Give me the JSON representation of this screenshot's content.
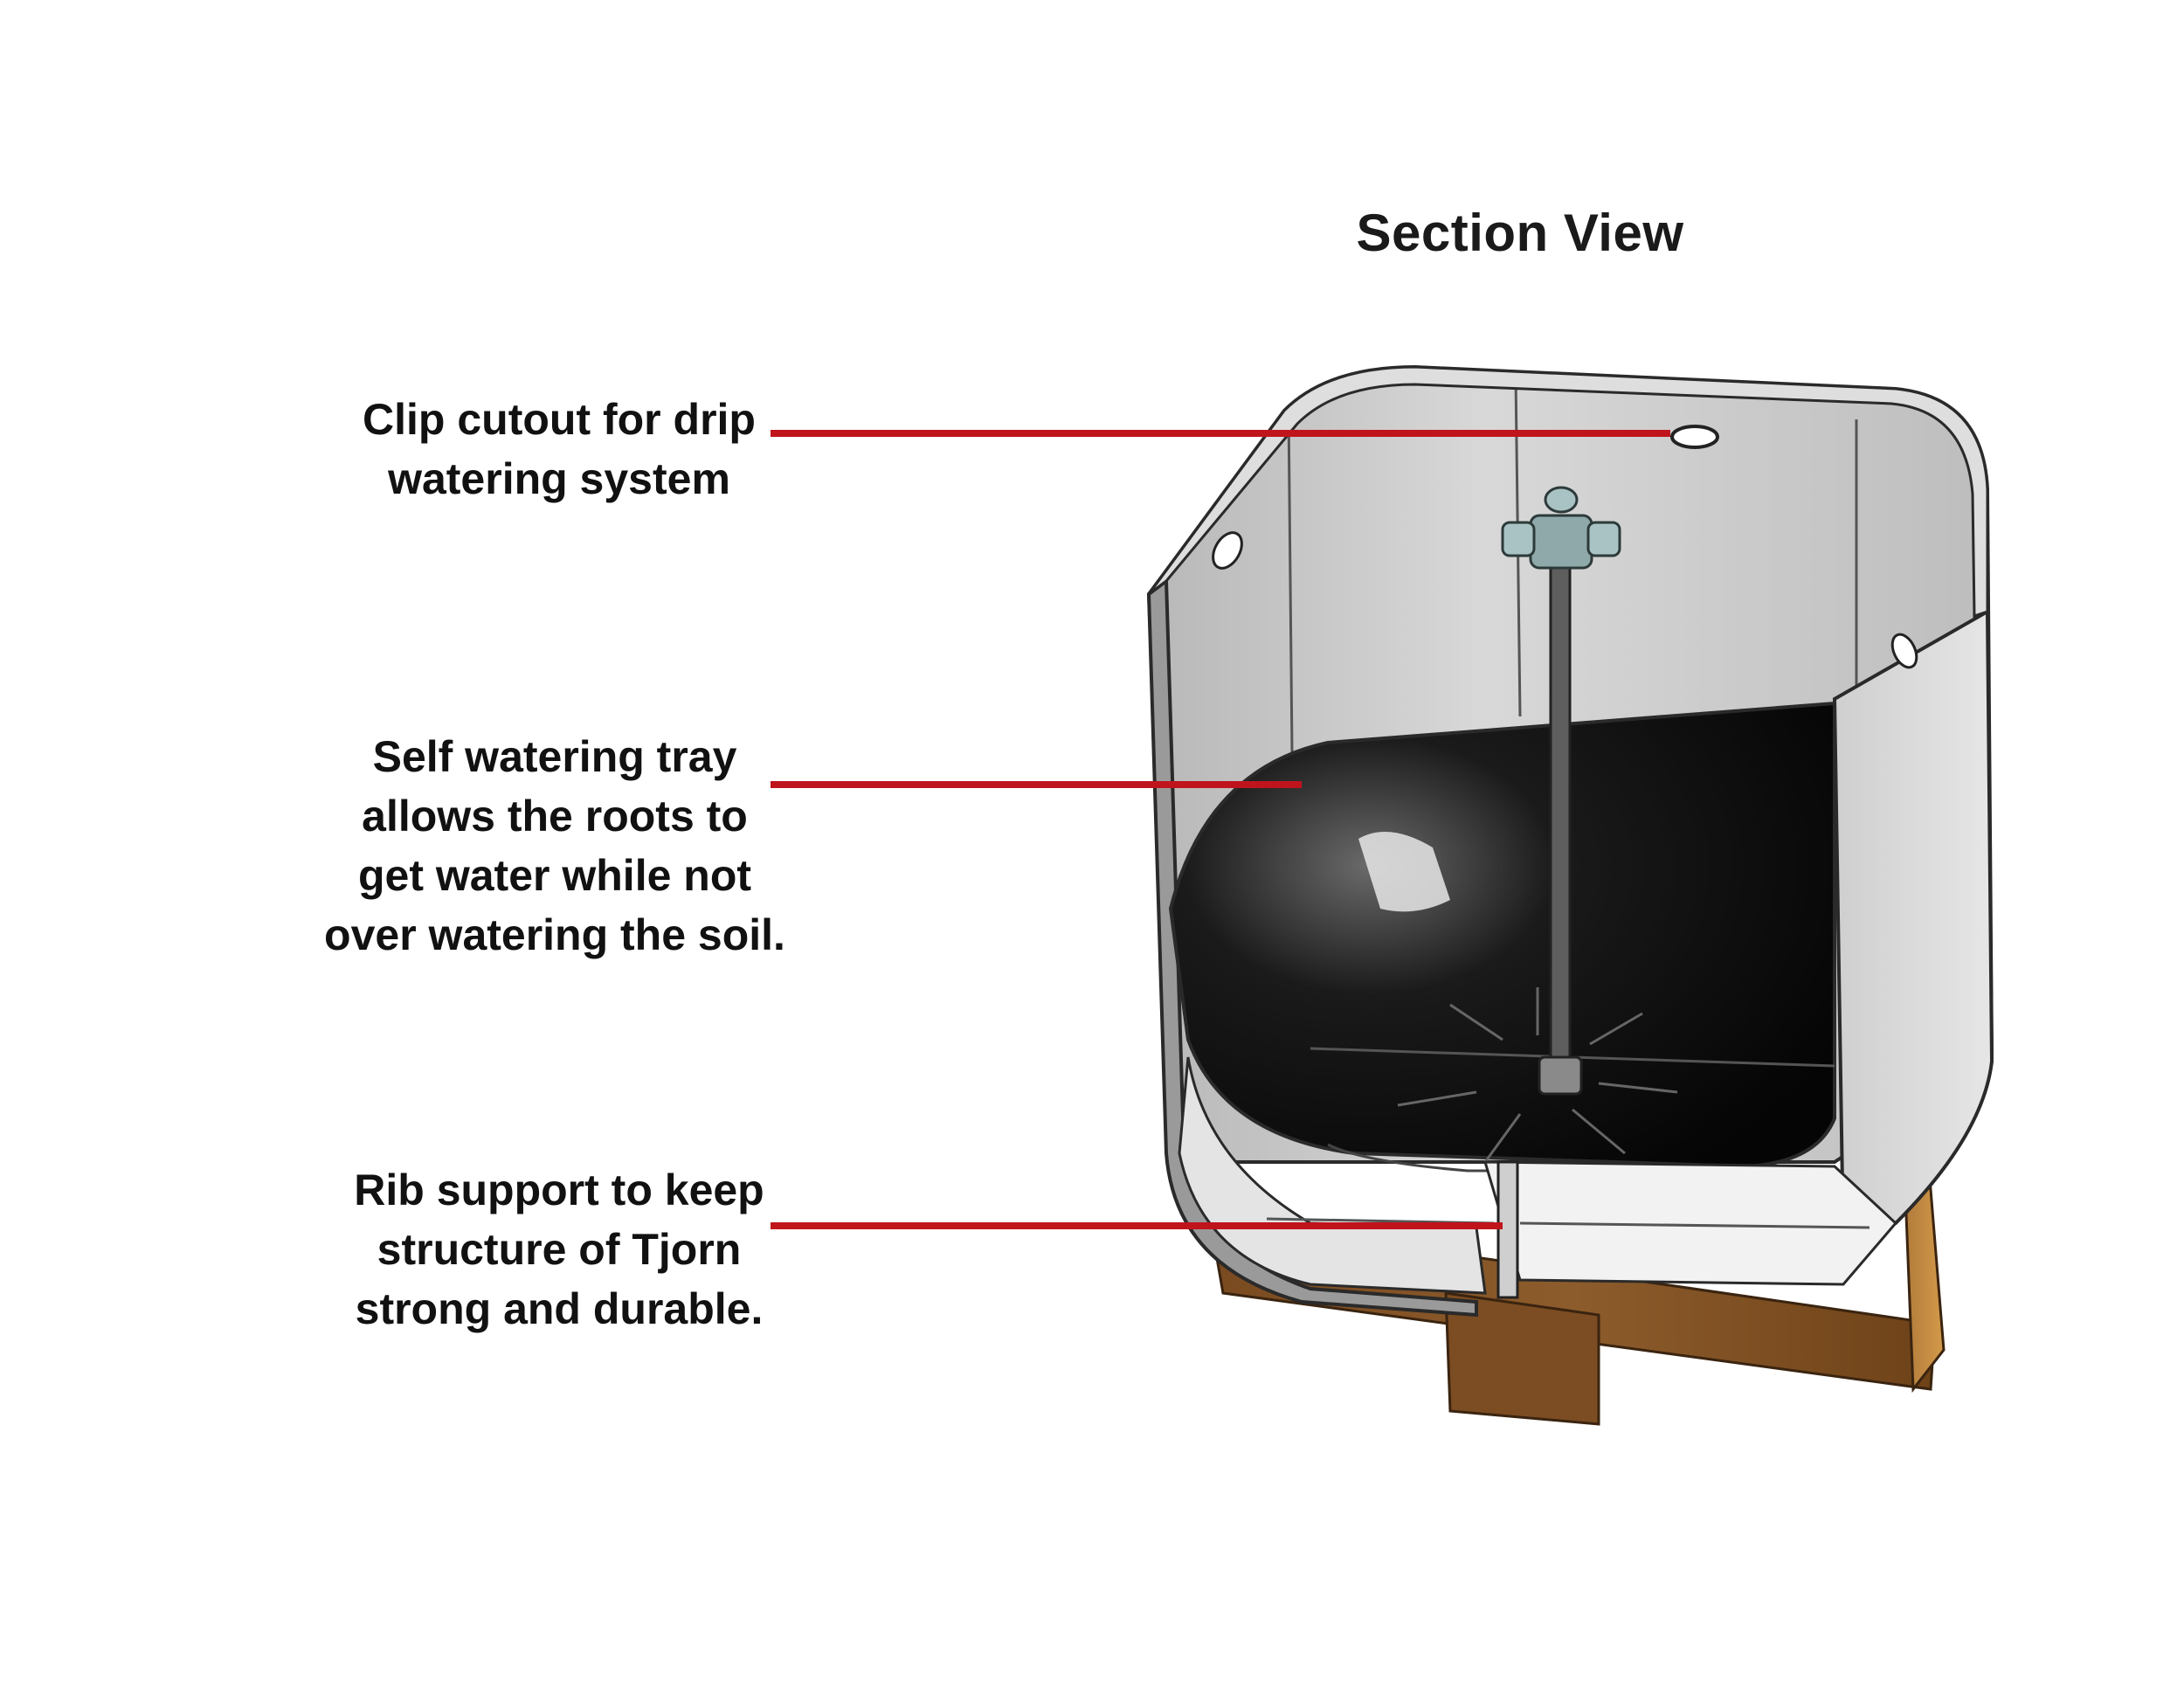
{
  "title": "Section View",
  "callouts": [
    {
      "id": "clip-cutout",
      "lines": [
        "Clip cutout for drip",
        "watering system"
      ]
    },
    {
      "id": "self-watering-tray",
      "lines": [
        "Self watering tray",
        "allows the roots to",
        "get water while not",
        "over watering the soil."
      ]
    },
    {
      "id": "rib-support",
      "lines": [
        "Rib support to keep",
        "structure of Tjorn",
        "strong and durable."
      ]
    }
  ],
  "colors": {
    "leader_line": "#c0141c",
    "pot_wall": "#c9c9c9",
    "tray": "#111111",
    "base_wood": "#8a5a2b",
    "valve_fitting": "#8fa9aa"
  }
}
